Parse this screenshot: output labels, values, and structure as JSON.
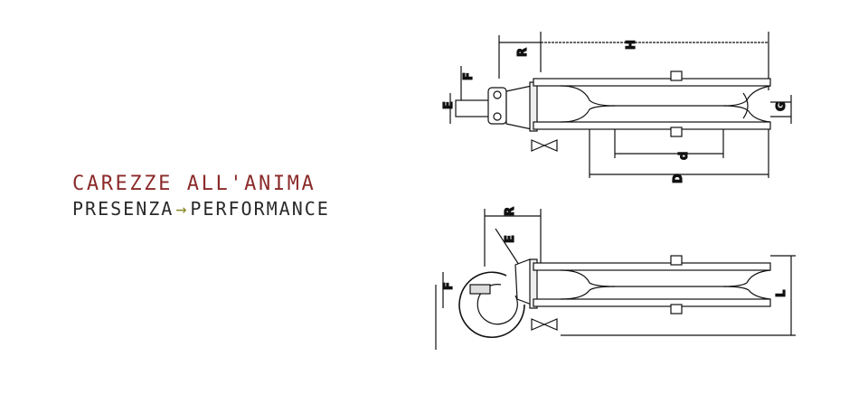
{
  "brand": {
    "title": "CAREZZE ALL'ANIMA",
    "subtitle_left": "PRESENZA",
    "arrow": "→",
    "subtitle_right": "PERFORMANCE",
    "title_color": "#8b2a2a",
    "arrow_color": "#8a8a2a"
  },
  "drawing": {
    "top_view": {
      "labels": {
        "R": "R",
        "H": "H",
        "F": "F",
        "E": "E",
        "G": "G",
        "d": "d",
        "D": "D"
      }
    },
    "bottom_view": {
      "labels": {
        "R": "R",
        "E": "E",
        "F": "F",
        "L": "L"
      }
    }
  }
}
